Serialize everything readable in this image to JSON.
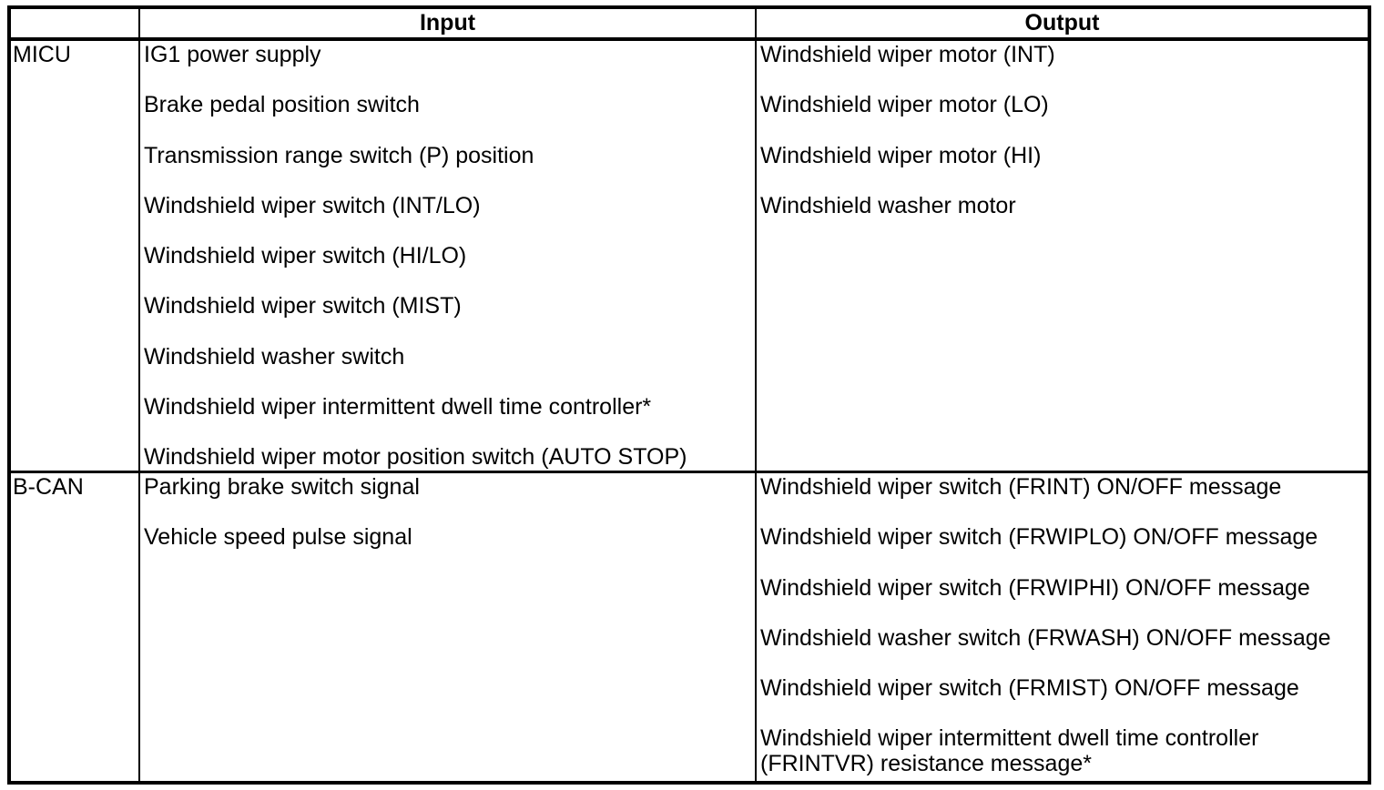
{
  "colors": {
    "border": "#000000",
    "text": "#000000",
    "background": "#ffffff"
  },
  "table": {
    "header": {
      "corner": "",
      "input": "Input",
      "output": "Output"
    },
    "rows": [
      {
        "label": "MICU",
        "inputs": [
          "IG1 power supply",
          "Brake pedal position switch",
          "Transmission range switch (P) position",
          "Windshield wiper switch (INT/LO)",
          "Windshield wiper switch (HI/LO)",
          "Windshield wiper switch (MIST)",
          "Windshield washer switch",
          "Windshield wiper intermittent dwell time controller*",
          "Windshield wiper motor position switch (AUTO STOP)"
        ],
        "outputs": [
          "Windshield wiper motor (INT)",
          "Windshield wiper motor (LO)",
          "Windshield wiper motor (HI)",
          "Windshield washer motor"
        ]
      },
      {
        "label": "B-CAN",
        "inputs": [
          "Parking brake switch signal",
          "Vehicle speed pulse signal"
        ],
        "outputs": [
          "Windshield wiper switch (FRINT) ON/OFF message",
          "Windshield wiper switch (FRWIPLO) ON/OFF message",
          "Windshield wiper switch (FRWIPHI) ON/OFF message",
          "Windshield washer switch (FRWASH) ON/OFF message",
          "Windshield wiper switch (FRMIST) ON/OFF message",
          "Windshield wiper intermittent dwell time controller\n(FRINTVR) resistance message*"
        ]
      }
    ]
  }
}
